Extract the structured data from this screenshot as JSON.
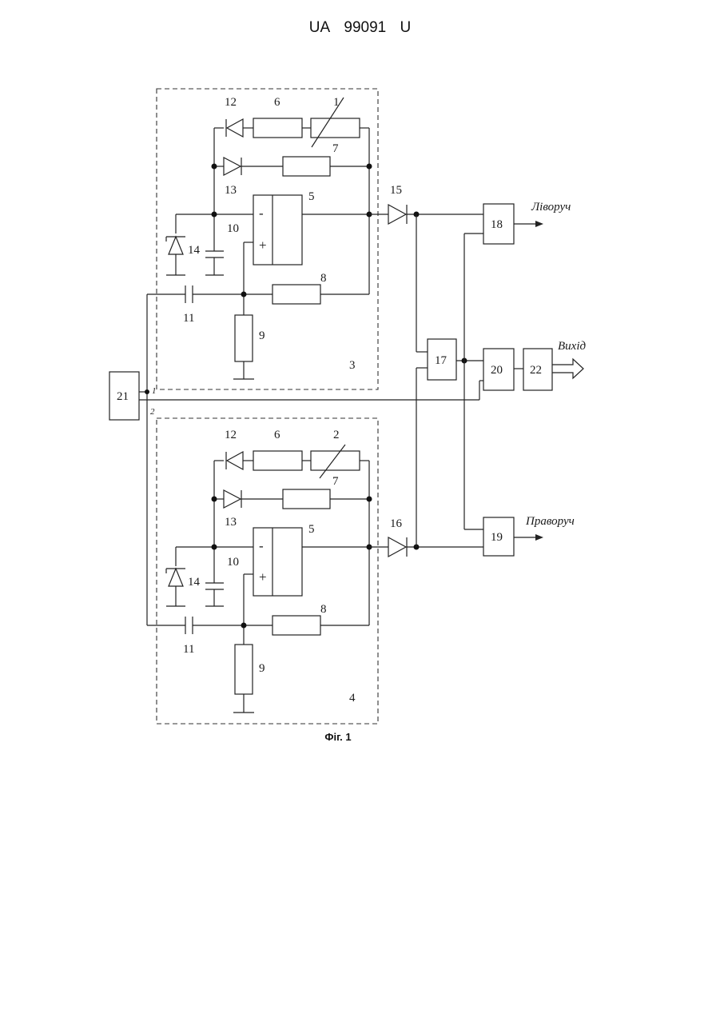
{
  "header": {
    "prefix": "UA",
    "number": "99091",
    "suffix": "U"
  },
  "caption": "Фіг. 1",
  "outputs": {
    "left": "Ліворуч",
    "right": "Праворуч",
    "out": "Вихід"
  },
  "pins": {
    "p1": "1",
    "p2": "2"
  },
  "upper": {
    "block": "3",
    "diode12": "12",
    "res6": "6",
    "sensor": "1",
    "res7": "7",
    "diode13": "13",
    "opamp": "5",
    "minus": "-",
    "plus": "+",
    "cap10": "10",
    "zener14": "14",
    "res8": "8",
    "cap11": "11",
    "res9": "9"
  },
  "lower": {
    "block": "4",
    "diode12": "12",
    "res6": "6",
    "sensor": "2",
    "res7": "7",
    "diode13": "13",
    "opamp": "5",
    "minus": "-",
    "plus": "+",
    "cap10": "10",
    "zener14": "14",
    "res8": "8",
    "cap11": "11",
    "res9": "9"
  },
  "blocks": {
    "b15": "15",
    "b16": "16",
    "b17": "17",
    "b18": "18",
    "b19": "19",
    "b20": "20",
    "b21": "21",
    "b22": "22"
  }
}
